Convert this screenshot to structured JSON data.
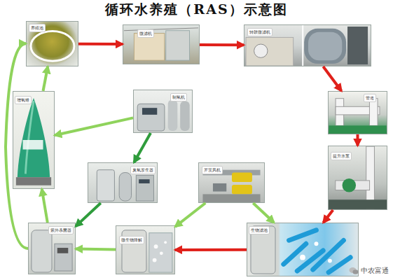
{
  "diagram": {
    "title": "循环水养殖（RAS）示意图",
    "nodes": [
      {
        "text": [
          "养殖池"
        ]
      },
      {
        "text": [
          "微滤机"
        ]
      },
      {
        "text": [
          "转鼓微滤机"
        ]
      },
      {
        "text": [
          "制氧机"
        ]
      },
      {
        "text": [
          "管道"
        ]
      },
      {
        "text": [
          "增氧锥"
        ]
      },
      {
        "text": [
          "提升水泵"
        ]
      },
      {
        "text": [
          "臭氧发生器"
        ]
      },
      {
        "text": [
          "罗茨风机"
        ]
      },
      {
        "text": [
          "紫外杀菌器"
        ]
      },
      {
        "text": [
          "微生物降解"
        ]
      },
      {
        "text": [
          "生物滤池"
        ]
      }
    ],
    "edges": [
      {
        "from": 0,
        "to": 1,
        "arrow": "to"
      },
      {
        "from": 1,
        "to": 2,
        "arrow": "to"
      },
      {
        "from": 2,
        "to": 4,
        "arrow": "to"
      },
      {
        "from": 4,
        "to": 6,
        "arrow": "to"
      },
      {
        "from": 6,
        "to": 11,
        "arrow": "to"
      },
      {
        "from": 11,
        "to": 10,
        "arrow": "to"
      },
      {
        "from": 10,
        "to": 9,
        "arrow": "to"
      },
      {
        "from": 9,
        "to": 5,
        "arrow": "to"
      },
      {
        "from": 5,
        "to": 0,
        "arrow": "to"
      },
      {
        "from": 9,
        "to": 0,
        "arrow": "to"
      },
      {
        "from": 3,
        "to": 5,
        "arrow": "to"
      },
      {
        "from": 3,
        "to": 7,
        "arrow": "to"
      },
      {
        "from": 7,
        "to": 9,
        "arrow": "to"
      },
      {
        "from": 8,
        "to": 10,
        "arrow": "to"
      },
      {
        "from": 8,
        "to": 11,
        "arrow": "to"
      }
    ],
    "labels": [
      "中农富通"
    ]
  }
}
